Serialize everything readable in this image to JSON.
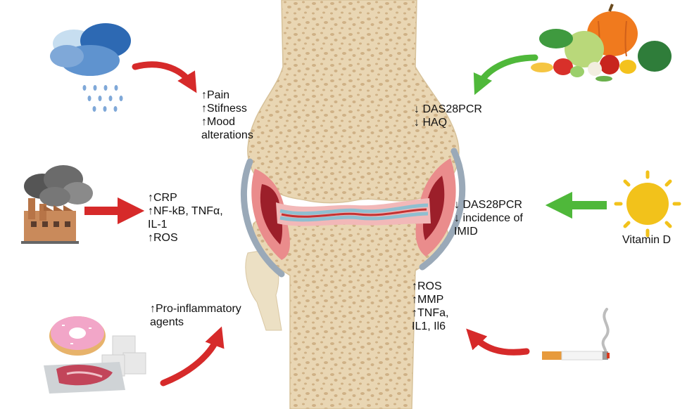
{
  "annotations": {
    "weather": [
      "↑Pain",
      "↑Stifness",
      "↑Mood",
      "alterations"
    ],
    "pollution": [
      "↑CRP",
      "↑NF-kB, TNFα,",
      "IL-1",
      "↑ROS"
    ],
    "diet": [
      "↑Pro-inflammatory",
      "agents"
    ],
    "vegetables": [
      "↓ DAS28PCR",
      "↓ HAQ"
    ],
    "vitamin_d": [
      "↓ DAS28PCR",
      "↓ incidence of",
      "IMID"
    ],
    "smoking": [
      "↑ROS",
      "↑MMP",
      "↑TNFa,",
      "IL1, Il6"
    ]
  },
  "vitamin_d_label": "Vitamin D",
  "colors": {
    "red_arrow": "#d62a2a",
    "green_arrow": "#4fb83a",
    "bone": "#e9d6b3",
    "bone_spots": "#c9a978",
    "inflamed_capsule": "#e77a7a",
    "synovium": "#9c1f2a",
    "cartilage": "#8fbfd0",
    "joint_capsule": "#9aa9b8",
    "sun": "#f2c21b"
  }
}
